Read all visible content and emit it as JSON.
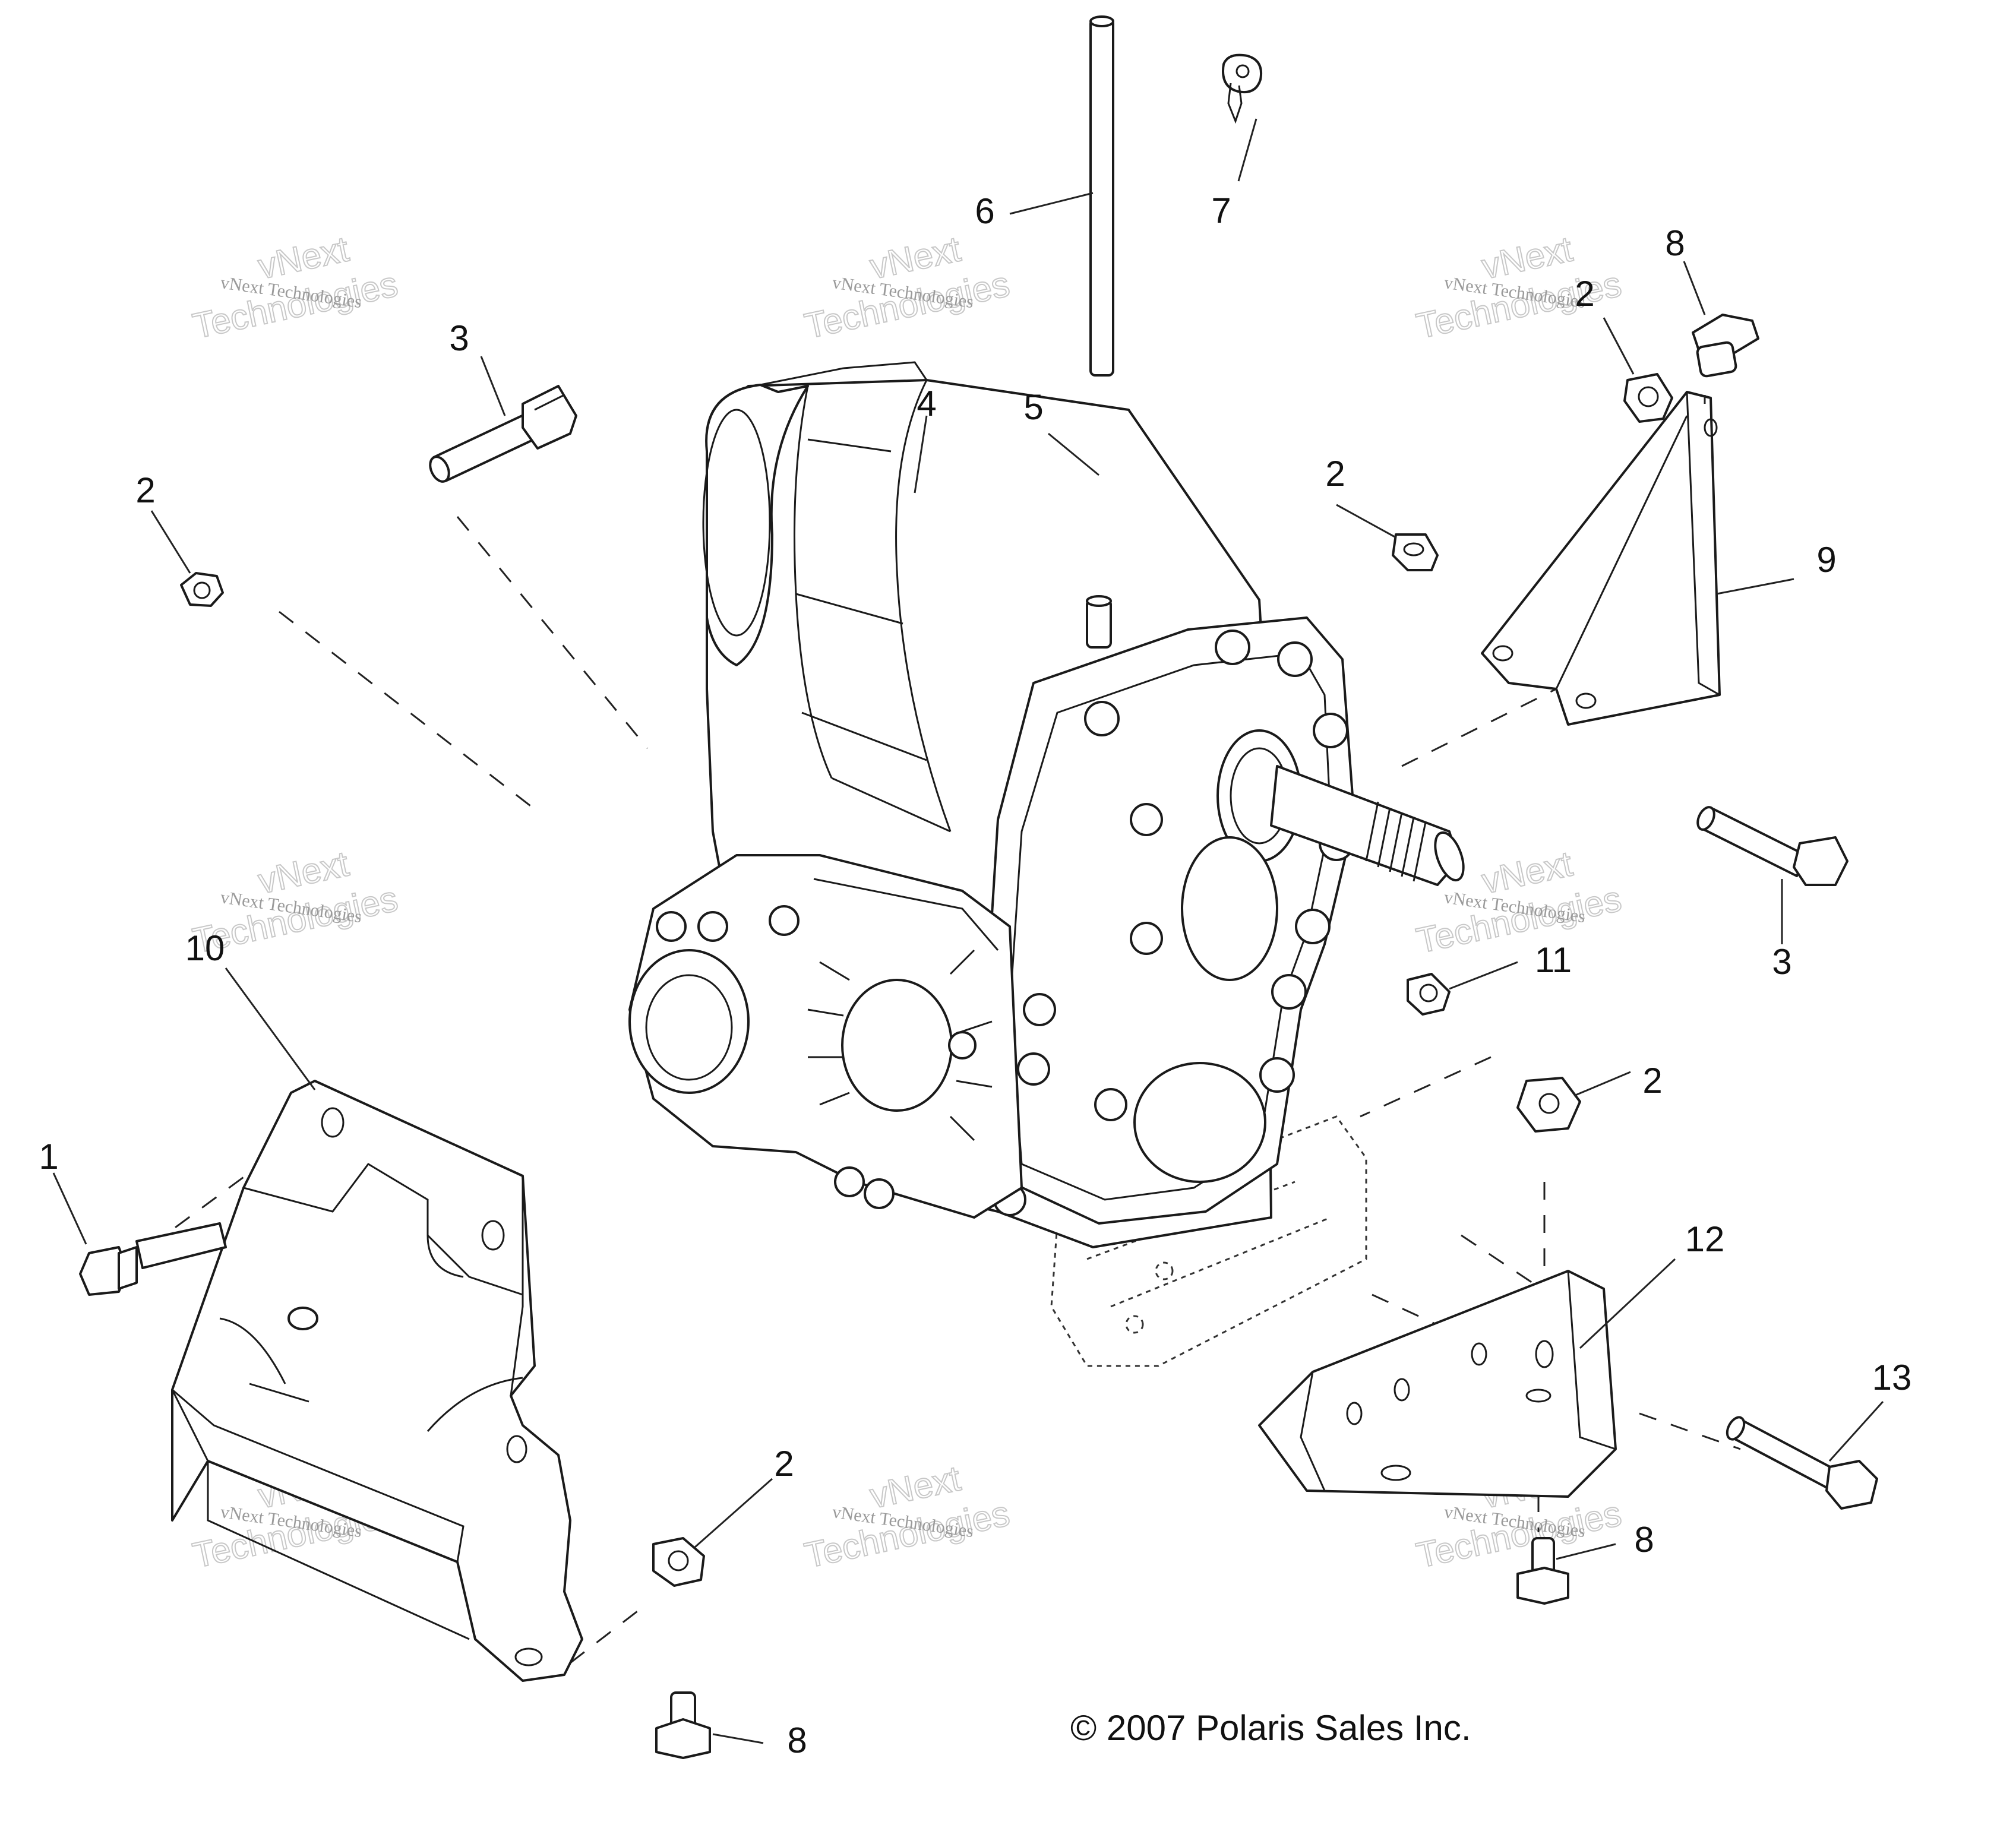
{
  "callouts": {
    "c1": "1",
    "c2a": "2",
    "c2b": "2",
    "c2c": "2",
    "c2d": "2",
    "c2e": "2",
    "c3a": "3",
    "c3b": "3",
    "c4": "4",
    "c5": "5",
    "c6": "6",
    "c7": "7",
    "c8a": "8",
    "c8b": "8",
    "c8c": "8",
    "c9": "9",
    "c10": "10",
    "c11": "11",
    "c12": "12",
    "c13": "13"
  },
  "watermark": {
    "line1": "vNext Technologies",
    "line2a": "vNext",
    "line2b": "Technologies"
  },
  "copyright": "© 2007 Polaris Sales Inc."
}
